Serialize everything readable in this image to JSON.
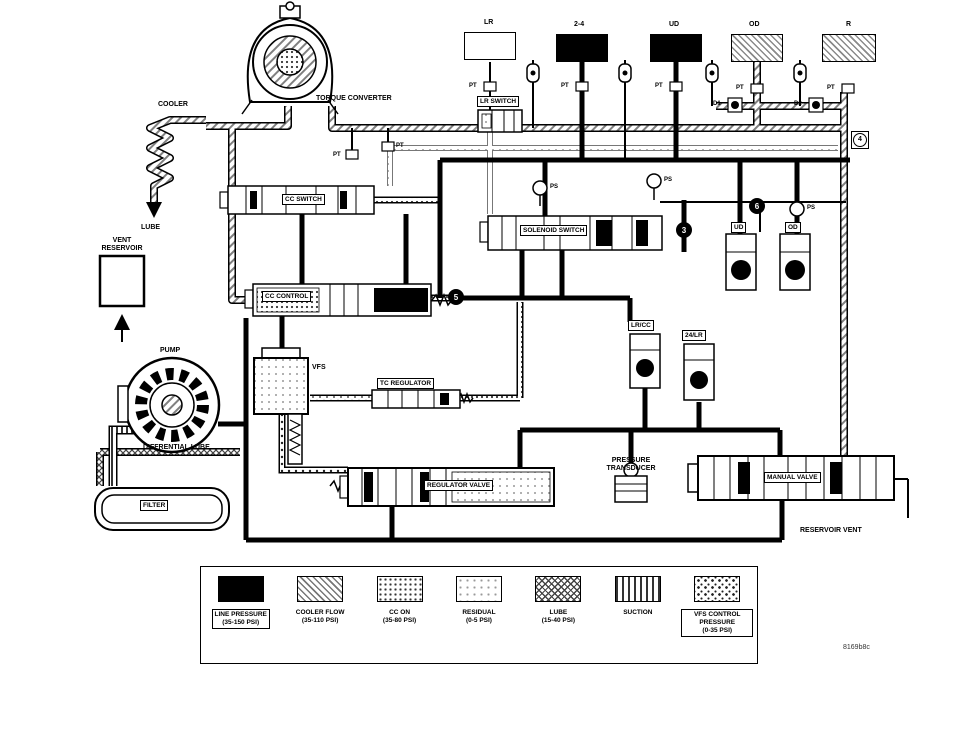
{
  "colors": {
    "ink": "#000000",
    "paper": "#ffffff",
    "pipe_gray": "#808080"
  },
  "top_row": {
    "boxes": [
      {
        "label": "LR",
        "fill": "outline"
      },
      {
        "label": "2-4",
        "fill": "solid"
      },
      {
        "label": "UD",
        "fill": "solid"
      },
      {
        "label": "OD",
        "fill": "hatch"
      },
      {
        "label": "R",
        "fill": "hatch"
      }
    ]
  },
  "components": {
    "cooler": "COOLER",
    "torque_converter": "TORQUE CONVERTER",
    "lube": "LUBE",
    "vent_reservoir": "VENT RESERVOIR",
    "cc_switch": "CC SWITCH",
    "cc_control": "CC CONTROL",
    "lr_switch": "LR SWITCH",
    "solenoid_switch": "SOLENOID SWITCH",
    "pump": "PUMP",
    "vfs": "VFS",
    "tc_regulator": "TC REGULATOR",
    "diffrential_lube": "DIFFRENTIAL LUBE",
    "filter": "FILTER",
    "regulator_valve": "REGULATOR VALVE",
    "pressure_transducer": "PRESSURE TRANSDUCER",
    "manual_valve": "MANUAL VALVE",
    "reservoir_vent": "RESERVOIR VENT",
    "lr_cc_accumulator": "LR/CC",
    "accumulator_24lr": "24/LR",
    "ud_accumulator": "UD",
    "od_accumulator": "OD"
  },
  "ports": {
    "pt": "PT",
    "ps": "PS",
    "d1": "D1",
    "d2": "D2"
  },
  "checkballs": {
    "n3": "3",
    "n4": "4",
    "n5": "5",
    "n6": "6"
  },
  "legend": {
    "items": [
      {
        "label": "LINE PRESSURE",
        "range": "(35-150 PSI)",
        "pattern": "solid"
      },
      {
        "label": "COOLER FLOW",
        "range": "(35-110 PSI)",
        "pattern": "hatch"
      },
      {
        "label": "CC ON",
        "range": "(35-80 PSI)",
        "pattern": "dots"
      },
      {
        "label": "RESIDUAL",
        "range": "(0-5 PSI)",
        "pattern": "lightdots"
      },
      {
        "label": "LUBE",
        "range": "(15-40 PSI)",
        "pattern": "cross"
      },
      {
        "label": "SUCTION",
        "range": "",
        "pattern": "vlines"
      },
      {
        "label": "VFS CONTROL PRESSURE",
        "range": "(0-35 PSI)",
        "pattern": "speckle"
      }
    ]
  },
  "figure_number": "8169b8c"
}
